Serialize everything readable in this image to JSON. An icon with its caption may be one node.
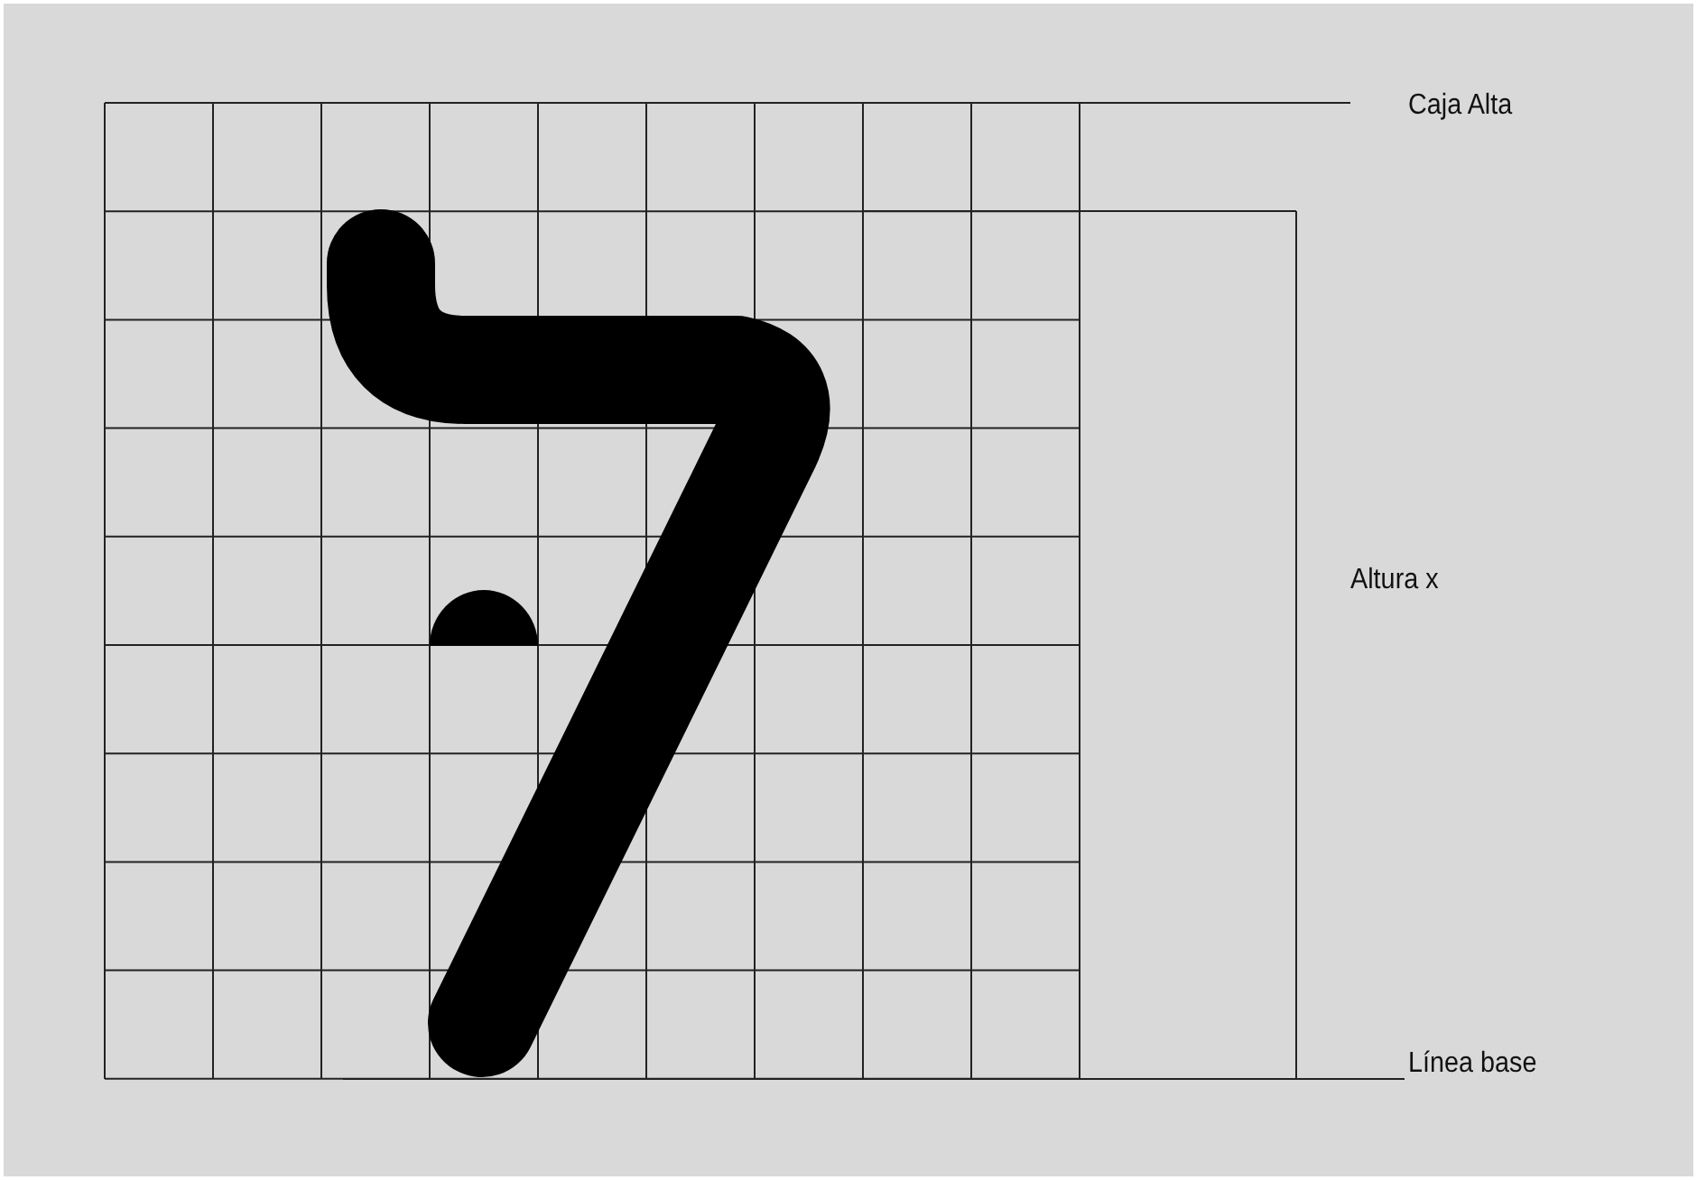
{
  "diagram": {
    "labels": [
      "Caja Alta",
      "Altura x",
      "Línea base"
    ]
  }
}
